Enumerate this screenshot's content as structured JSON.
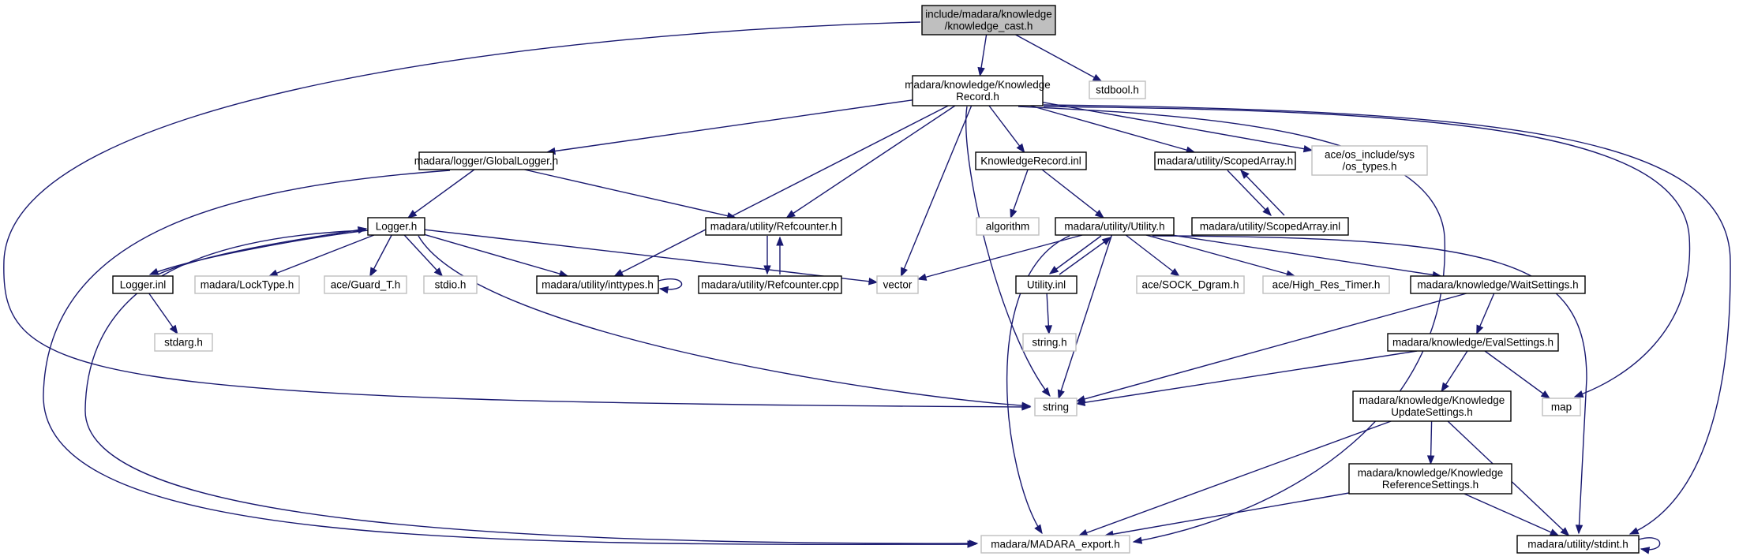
{
  "diagram": {
    "nodes": [
      {
        "id": "root",
        "lines": [
          "include/madara/knowledge",
          "/knowledge_cast.h"
        ],
        "style": "root"
      },
      {
        "id": "knowledge_record_h",
        "lines": [
          "madara/knowledge/Knowledge",
          "Record.h"
        ],
        "style": "black"
      },
      {
        "id": "stdbool_h",
        "lines": [
          "stdbool.h"
        ],
        "style": "gray"
      },
      {
        "id": "global_logger_h",
        "lines": [
          "madara/logger/GlobalLogger.h"
        ],
        "style": "black"
      },
      {
        "id": "refcounter_h",
        "lines": [
          "madara/utility/Refcounter.h"
        ],
        "style": "black"
      },
      {
        "id": "knowledge_record_inl",
        "lines": [
          "KnowledgeRecord.inl"
        ],
        "style": "black"
      },
      {
        "id": "scoped_array_h",
        "lines": [
          "madara/utility/ScopedArray.h"
        ],
        "style": "black"
      },
      {
        "id": "os_types_h",
        "lines": [
          "ace/os_include/sys",
          "/os_types.h"
        ],
        "style": "gray"
      },
      {
        "id": "logger_h",
        "lines": [
          "Logger.h"
        ],
        "style": "black"
      },
      {
        "id": "algorithm",
        "lines": [
          "algorithm"
        ],
        "style": "gray"
      },
      {
        "id": "utility_h",
        "lines": [
          "madara/utility/Utility.h"
        ],
        "style": "black"
      },
      {
        "id": "scoped_array_inl",
        "lines": [
          "madara/utility/ScopedArray.inl"
        ],
        "style": "black"
      },
      {
        "id": "refcounter_cpp",
        "lines": [
          "madara/utility/Refcounter.cpp"
        ],
        "style": "black"
      },
      {
        "id": "logger_inl",
        "lines": [
          "Logger.inl"
        ],
        "style": "black"
      },
      {
        "id": "lock_type_h",
        "lines": [
          "madara/LockType.h"
        ],
        "style": "gray"
      },
      {
        "id": "guard_t_h",
        "lines": [
          "ace/Guard_T.h"
        ],
        "style": "gray"
      },
      {
        "id": "stdio_h",
        "lines": [
          "stdio.h"
        ],
        "style": "gray"
      },
      {
        "id": "inttypes_h",
        "lines": [
          "madara/utility/inttypes.h"
        ],
        "style": "black"
      },
      {
        "id": "vector",
        "lines": [
          "vector"
        ],
        "style": "gray"
      },
      {
        "id": "utility_inl",
        "lines": [
          "Utility.inl"
        ],
        "style": "black"
      },
      {
        "id": "sock_dgram_h",
        "lines": [
          "ace/SOCK_Dgram.h"
        ],
        "style": "gray"
      },
      {
        "id": "high_res_timer_h",
        "lines": [
          "ace/High_Res_Timer.h"
        ],
        "style": "gray"
      },
      {
        "id": "wait_settings_h",
        "lines": [
          "madara/knowledge/WaitSettings.h"
        ],
        "style": "black"
      },
      {
        "id": "stdarg_h",
        "lines": [
          "stdarg.h"
        ],
        "style": "gray"
      },
      {
        "id": "string_h",
        "lines": [
          "string.h"
        ],
        "style": "gray"
      },
      {
        "id": "eval_settings_h",
        "lines": [
          "madara/knowledge/EvalSettings.h"
        ],
        "style": "black"
      },
      {
        "id": "string",
        "lines": [
          "string"
        ],
        "style": "gray"
      },
      {
        "id": "knowledge_update_settings_h",
        "lines": [
          "madara/knowledge/Knowledge",
          "UpdateSettings.h"
        ],
        "style": "black"
      },
      {
        "id": "map",
        "lines": [
          "map"
        ],
        "style": "gray"
      },
      {
        "id": "knowledge_reference_settings_h",
        "lines": [
          "madara/knowledge/Knowledge",
          "ReferenceSettings.h"
        ],
        "style": "black"
      },
      {
        "id": "madara_export_h",
        "lines": [
          "madara/MADARA_export.h"
        ],
        "style": "gray"
      },
      {
        "id": "stdint_h",
        "lines": [
          "madara/utility/stdint.h"
        ],
        "style": "black"
      }
    ],
    "edges": [
      {
        "from": "root",
        "to": "knowledge_record_h"
      },
      {
        "from": "root",
        "to": "stdbool_h"
      },
      {
        "from": "root",
        "to": "string"
      },
      {
        "from": "knowledge_record_h",
        "to": "global_logger_h"
      },
      {
        "from": "knowledge_record_h",
        "to": "refcounter_h"
      },
      {
        "from": "knowledge_record_h",
        "to": "inttypes_h"
      },
      {
        "from": "knowledge_record_h",
        "to": "vector"
      },
      {
        "from": "knowledge_record_h",
        "to": "string"
      },
      {
        "from": "knowledge_record_h",
        "to": "knowledge_record_inl"
      },
      {
        "from": "knowledge_record_h",
        "to": "scoped_array_h"
      },
      {
        "from": "knowledge_record_h",
        "to": "os_types_h"
      },
      {
        "from": "knowledge_record_h",
        "to": "madara_export_h"
      },
      {
        "from": "knowledge_record_h",
        "to": "map"
      },
      {
        "from": "knowledge_record_h",
        "to": "stdint_h"
      },
      {
        "from": "global_logger_h",
        "to": "logger_h"
      },
      {
        "from": "global_logger_h",
        "to": "refcounter_h"
      },
      {
        "from": "global_logger_h",
        "to": "madara_export_h"
      },
      {
        "from": "logger_h",
        "to": "logger_inl"
      },
      {
        "from": "logger_h",
        "to": "lock_type_h"
      },
      {
        "from": "logger_h",
        "to": "guard_t_h"
      },
      {
        "from": "logger_h",
        "to": "stdio_h"
      },
      {
        "from": "logger_h",
        "to": "inttypes_h"
      },
      {
        "from": "logger_h",
        "to": "vector"
      },
      {
        "from": "logger_h",
        "to": "string"
      },
      {
        "from": "logger_h",
        "to": "madara_export_h"
      },
      {
        "from": "logger_inl",
        "to": "logger_h"
      },
      {
        "from": "logger_inl",
        "to": "stdarg_h"
      },
      {
        "from": "inttypes_h",
        "to": "inttypes_h"
      },
      {
        "from": "refcounter_h",
        "to": "refcounter_cpp"
      },
      {
        "from": "refcounter_cpp",
        "to": "refcounter_h"
      },
      {
        "from": "knowledge_record_inl",
        "to": "algorithm"
      },
      {
        "from": "knowledge_record_inl",
        "to": "utility_h"
      },
      {
        "from": "scoped_array_h",
        "to": "scoped_array_inl"
      },
      {
        "from": "scoped_array_inl",
        "to": "scoped_array_h"
      },
      {
        "from": "utility_h",
        "to": "vector"
      },
      {
        "from": "utility_h",
        "to": "utility_inl"
      },
      {
        "from": "utility_h",
        "to": "string"
      },
      {
        "from": "utility_h",
        "to": "sock_dgram_h"
      },
      {
        "from": "utility_h",
        "to": "high_res_timer_h"
      },
      {
        "from": "utility_h",
        "to": "wait_settings_h"
      },
      {
        "from": "utility_h",
        "to": "madara_export_h"
      },
      {
        "from": "utility_h",
        "to": "stdint_h"
      },
      {
        "from": "utility_inl",
        "to": "utility_h"
      },
      {
        "from": "utility_inl",
        "to": "string_h"
      },
      {
        "from": "wait_settings_h",
        "to": "eval_settings_h"
      },
      {
        "from": "wait_settings_h",
        "to": "string"
      },
      {
        "from": "eval_settings_h",
        "to": "knowledge_update_settings_h"
      },
      {
        "from": "eval_settings_h",
        "to": "string"
      },
      {
        "from": "eval_settings_h",
        "to": "map"
      },
      {
        "from": "knowledge_update_settings_h",
        "to": "knowledge_reference_settings_h"
      },
      {
        "from": "knowledge_update_settings_h",
        "to": "madara_export_h"
      },
      {
        "from": "knowledge_update_settings_h",
        "to": "stdint_h"
      },
      {
        "from": "knowledge_reference_settings_h",
        "to": "madara_export_h"
      },
      {
        "from": "knowledge_reference_settings_h",
        "to": "stdint_h"
      },
      {
        "from": "stdint_h",
        "to": "stdint_h"
      }
    ]
  },
  "colors": {
    "edge": "#191970",
    "root_fill": "#bfbfbf",
    "box_border": "#000000",
    "external_border": "#bfbfbf",
    "background": "#ffffff"
  }
}
